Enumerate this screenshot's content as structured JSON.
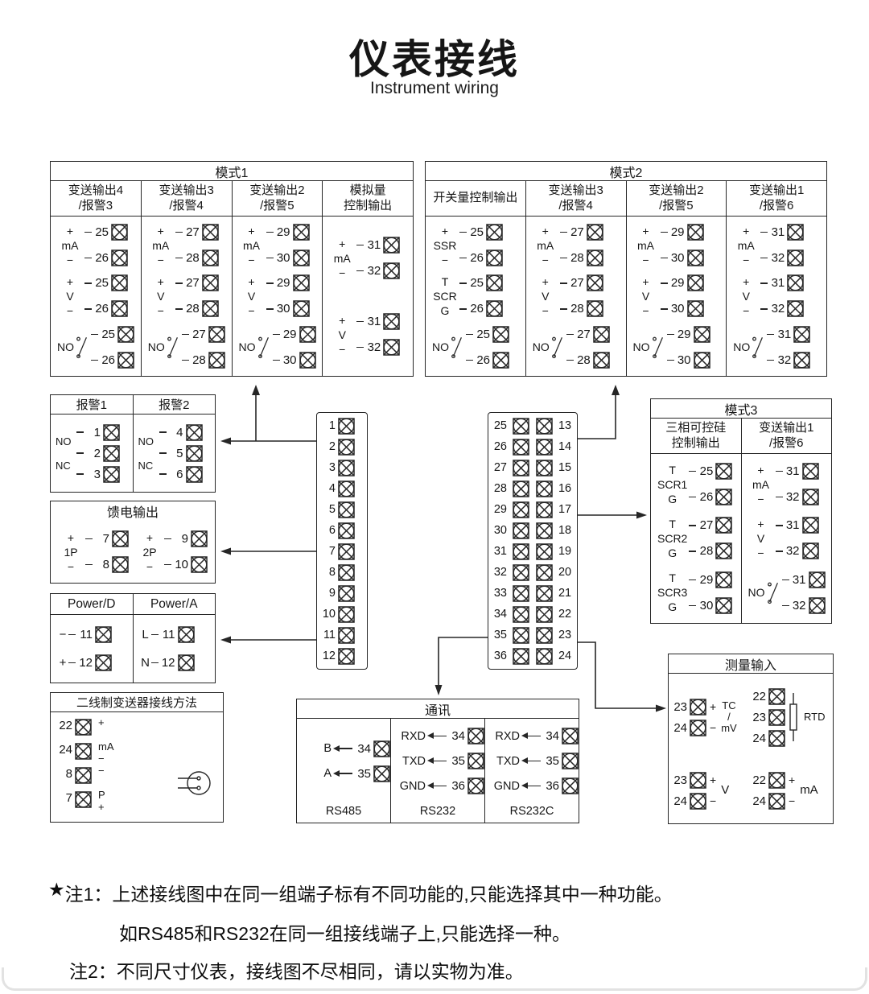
{
  "header": {
    "title": "仪表接线",
    "subtitle": "Instrument wiring"
  },
  "mode1": {
    "title": "模式1",
    "columns": [
      {
        "header": "变送输出4\n/报警3",
        "groups": [
          {
            "kind": "analog",
            "label": "mA",
            "top": "+",
            "bottom": "−",
            "terminals": [
              "25",
              "26"
            ]
          },
          {
            "kind": "analog",
            "label": "V",
            "top": "+",
            "bottom": "−",
            "terminals": [
              "25",
              "26"
            ]
          },
          {
            "kind": "switch",
            "label": "NO",
            "terminals": [
              "25",
              "26"
            ]
          }
        ]
      },
      {
        "header": "变送输出3\n/报警4",
        "groups": [
          {
            "kind": "analog",
            "label": "mA",
            "top": "+",
            "bottom": "−",
            "terminals": [
              "27",
              "28"
            ]
          },
          {
            "kind": "analog",
            "label": "V",
            "top": "+",
            "bottom": "−",
            "terminals": [
              "27",
              "28"
            ]
          },
          {
            "kind": "switch",
            "label": "NO",
            "terminals": [
              "27",
              "28"
            ]
          }
        ]
      },
      {
        "header": "变送输出2\n/报警5",
        "groups": [
          {
            "kind": "analog",
            "label": "mA",
            "top": "+",
            "bottom": "−",
            "terminals": [
              "29",
              "30"
            ]
          },
          {
            "kind": "analog",
            "label": "V",
            "top": "+",
            "bottom": "−",
            "terminals": [
              "29",
              "30"
            ]
          },
          {
            "kind": "switch",
            "label": "NO",
            "terminals": [
              "29",
              "30"
            ]
          }
        ]
      },
      {
        "header": "模拟量\n控制输出",
        "groups": [
          {
            "kind": "analog",
            "label": "mA",
            "top": "+",
            "bottom": "−",
            "terminals": [
              "31",
              "32"
            ]
          },
          {
            "kind": "analog",
            "label": "V",
            "top": "+",
            "bottom": "−",
            "terminals": [
              "31",
              "32"
            ]
          }
        ]
      }
    ]
  },
  "mode2": {
    "title": "模式2",
    "columns": [
      {
        "header": "开关量控制输出",
        "groups": [
          {
            "kind": "analog",
            "label": "SSR",
            "top": "+",
            "bottom": "−",
            "terminals": [
              "25",
              "26"
            ]
          },
          {
            "kind": "scr",
            "label": "SCR",
            "top": "T",
            "bottom": "G",
            "terminals": [
              "25",
              "26"
            ]
          },
          {
            "kind": "switch",
            "label": "NO",
            "terminals": [
              "25",
              "26"
            ]
          }
        ]
      },
      {
        "header": "变送输出3\n/报警4",
        "groups": [
          {
            "kind": "analog",
            "label": "mA",
            "top": "+",
            "bottom": "−",
            "terminals": [
              "27",
              "28"
            ]
          },
          {
            "kind": "analog",
            "label": "V",
            "top": "+",
            "bottom": "−",
            "terminals": [
              "27",
              "28"
            ]
          },
          {
            "kind": "switch",
            "label": "NO",
            "terminals": [
              "27",
              "28"
            ]
          }
        ]
      },
      {
        "header": "变送输出2\n/报警5",
        "groups": [
          {
            "kind": "analog",
            "label": "mA",
            "top": "+",
            "bottom": "−",
            "terminals": [
              "29",
              "30"
            ]
          },
          {
            "kind": "analog",
            "label": "V",
            "top": "+",
            "bottom": "−",
            "terminals": [
              "29",
              "30"
            ]
          },
          {
            "kind": "switch",
            "label": "NO",
            "terminals": [
              "29",
              "30"
            ]
          }
        ]
      },
      {
        "header": "变送输出1\n/报警6",
        "groups": [
          {
            "kind": "analog",
            "label": "mA",
            "top": "+",
            "bottom": "−",
            "terminals": [
              "31",
              "32"
            ]
          },
          {
            "kind": "analog",
            "label": "V",
            "top": "+",
            "bottom": "−",
            "terminals": [
              "31",
              "32"
            ]
          },
          {
            "kind": "switch",
            "label": "NO",
            "terminals": [
              "31",
              "32"
            ]
          }
        ]
      }
    ]
  },
  "mode3": {
    "title": "模式3",
    "columns": [
      {
        "header": "三相可控硅\n控制输出",
        "groups": [
          {
            "kind": "scr",
            "label": "SCR1",
            "top": "T",
            "bottom": "G",
            "terminals": [
              "25",
              "26"
            ]
          },
          {
            "kind": "scr",
            "label": "SCR2",
            "top": "T",
            "bottom": "G",
            "terminals": [
              "27",
              "28"
            ]
          },
          {
            "kind": "scr",
            "label": "SCR3",
            "top": "T",
            "bottom": "G",
            "terminals": [
              "29",
              "30"
            ]
          }
        ]
      },
      {
        "header": "变送输出1\n/报警6",
        "groups": [
          {
            "kind": "analog",
            "label": "mA",
            "top": "+",
            "bottom": "−",
            "terminals": [
              "31",
              "32"
            ]
          },
          {
            "kind": "analog",
            "label": "V",
            "top": "+",
            "bottom": "−",
            "terminals": [
              "31",
              "32"
            ]
          },
          {
            "kind": "switch",
            "label": "NO",
            "terminals": [
              "31",
              "32"
            ]
          }
        ]
      }
    ]
  },
  "alarm": {
    "columns": [
      {
        "title": "报警1",
        "contacts": [
          "NO",
          "NC"
        ],
        "terminals": [
          "1",
          "2",
          "3"
        ]
      },
      {
        "title": "报警2",
        "contacts": [
          "NO",
          "NC"
        ],
        "terminals": [
          "4",
          "5",
          "6"
        ]
      }
    ]
  },
  "feed": {
    "title": "馈电输出",
    "groups": [
      {
        "kind": "analog",
        "label": "1P",
        "top": "+",
        "bottom": "−",
        "terminals": [
          "7",
          "8"
        ]
      },
      {
        "kind": "analog",
        "label": "2P",
        "top": "+",
        "bottom": "−",
        "terminals": [
          "9",
          "10"
        ]
      }
    ]
  },
  "power": {
    "columns": [
      {
        "header": "Power/D",
        "rows": [
          {
            "mark": "−",
            "terminal": "11"
          },
          {
            "mark": "+",
            "terminal": "12"
          }
        ]
      },
      {
        "header": "Power/A",
        "rows": [
          {
            "mark": "L",
            "terminal": "11"
          },
          {
            "mark": "N",
            "terminal": "12"
          }
        ]
      }
    ]
  },
  "two_wire": {
    "title": "二线制变送器接线方法",
    "rows": [
      {
        "terminal": "22",
        "labels": [
          "+"
        ]
      },
      {
        "terminal": "24",
        "labels": [
          "mA",
          "−"
        ]
      },
      {
        "terminal": "8",
        "labels": [
          "−"
        ]
      },
      {
        "terminal": "7",
        "labels": [
          "P",
          "+"
        ]
      }
    ]
  },
  "strips": {
    "left": [
      "1",
      "2",
      "3",
      "4",
      "5",
      "6",
      "7",
      "8",
      "9",
      "10",
      "11",
      "12"
    ],
    "right_left": [
      "25",
      "26",
      "27",
      "28",
      "29",
      "30",
      "31",
      "32",
      "33",
      "34",
      "35",
      "36"
    ],
    "right_right": [
      "13",
      "14",
      "15",
      "16",
      "17",
      "18",
      "19",
      "20",
      "21",
      "22",
      "23",
      "24"
    ]
  },
  "comm": {
    "title": "通讯",
    "columns": [
      {
        "name": "RS485",
        "rows": [
          {
            "signal": "B",
            "terminal": "34"
          },
          {
            "signal": "A",
            "terminal": "35"
          }
        ]
      },
      {
        "name": "RS232",
        "rows": [
          {
            "signal": "RXD",
            "terminal": "34"
          },
          {
            "signal": "TXD",
            "terminal": "35"
          },
          {
            "signal": "GND",
            "terminal": "36"
          }
        ]
      },
      {
        "name": "RS232C",
        "rows": [
          {
            "signal": "RXD",
            "terminal": "34"
          },
          {
            "signal": "TXD",
            "terminal": "35"
          },
          {
            "signal": "GND",
            "terminal": "36"
          }
        ]
      }
    ]
  },
  "measure": {
    "title": "测量输入",
    "blocks": [
      {
        "label": "TC\n/\nmV",
        "terminals": [
          {
            "n": "23",
            "pol": "+"
          },
          {
            "n": "24",
            "pol": "−"
          }
        ]
      },
      {
        "label": "RTD",
        "terminals": [
          {
            "n": "22"
          },
          {
            "n": "23"
          },
          {
            "n": "24"
          }
        ]
      },
      {
        "label": "V",
        "terminals": [
          {
            "n": "23",
            "pol": "+"
          },
          {
            "n": "24",
            "pol": "−"
          }
        ]
      },
      {
        "label": "mA",
        "terminals": [
          {
            "n": "22",
            "pol": "+"
          },
          {
            "n": "24",
            "pol": "−"
          }
        ]
      }
    ]
  },
  "notes": {
    "line1_star": "★",
    "line1_tag": "注1：",
    "line1": "上述接线图中在同一组端子标有不同功能的,只能选择其中一种功能。",
    "line2": "如RS485和RS232在同一组接线端子上,只能选择一种。",
    "line3_tag": "注2：",
    "line3": "不同尺寸仪表，接线图不尽相同，请以实物为准。"
  }
}
